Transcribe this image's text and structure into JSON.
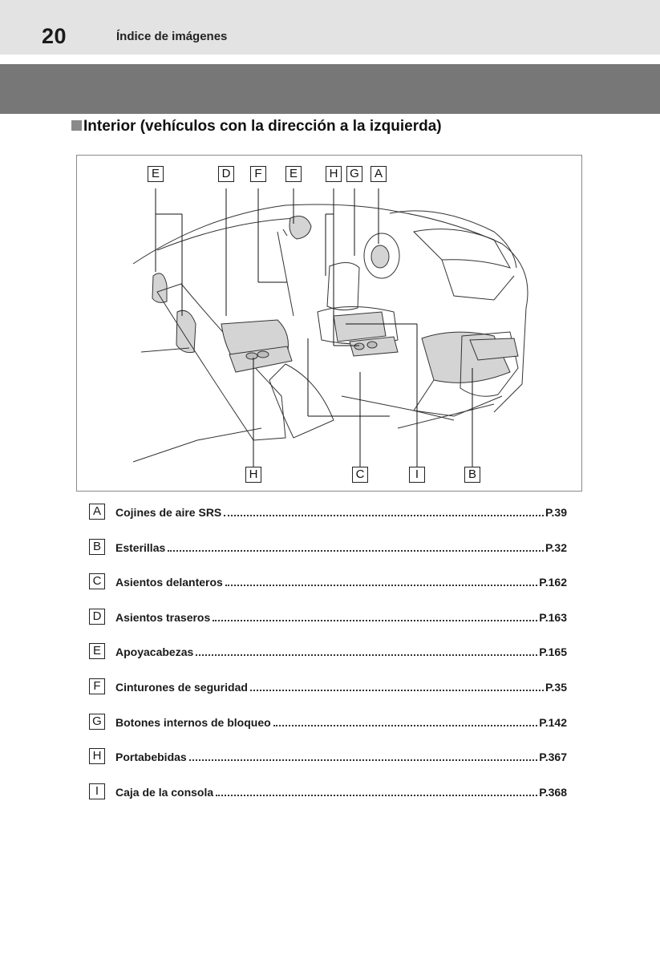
{
  "header": {
    "page_number": "20",
    "running_title": "Índice de imágenes"
  },
  "section": {
    "title": "Interior (vehículos con la dirección a la izquierda)"
  },
  "figure": {
    "callouts_top": [
      "E",
      "D",
      "F",
      "E",
      "H",
      "G",
      "A"
    ],
    "callouts_bottom": [
      "H",
      "C",
      "I",
      "B"
    ]
  },
  "legend": {
    "items": [
      {
        "key": "A",
        "label": "Cojines de aire SRS",
        "ref": "P.39"
      },
      {
        "key": "B",
        "label": "Esterillas",
        "ref": "P.32"
      },
      {
        "key": "C",
        "label": "Asientos delanteros",
        "ref": "P.162"
      },
      {
        "key": "D",
        "label": "Asientos traseros",
        "ref": "P.163"
      },
      {
        "key": "E",
        "label": "Apoyacabezas",
        "ref": "P.165"
      },
      {
        "key": "F",
        "label": "Cinturones de seguridad",
        "ref": "P.35"
      },
      {
        "key": "G",
        "label": "Botones internos de bloqueo",
        "ref": "P.142"
      },
      {
        "key": "H",
        "label": "Portabebidas",
        "ref": "P.367"
      },
      {
        "key": "I",
        "label": "Caja de la consola",
        "ref": "P.368"
      }
    ]
  },
  "colors": {
    "header_band": "#e3e3e3",
    "dark_band": "#777777",
    "highlight_fill": "#cfcfcf"
  }
}
